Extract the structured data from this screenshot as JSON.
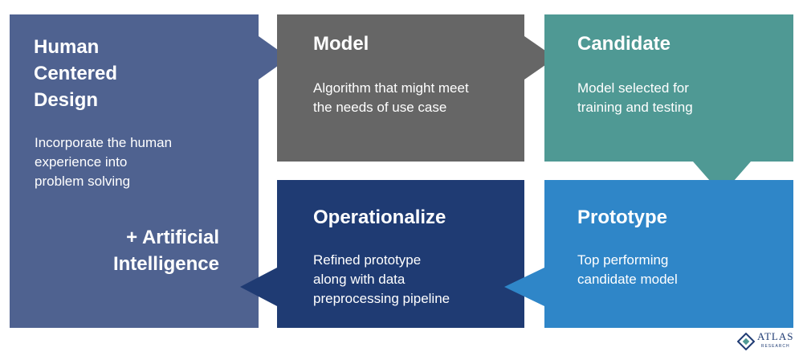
{
  "colors": {
    "human": "#4f6290",
    "model": "#666666",
    "candidate": "#4f9994",
    "prototype": "#2f86c8",
    "operationalize": "#1f3b73"
  },
  "human": {
    "title_lines": [
      "Human",
      "Centered",
      "Design"
    ],
    "desc_lines": [
      "Incorporate the human",
      "experience into",
      "problem solving"
    ],
    "ai_lines": [
      "+ Artificial",
      "Intelligence"
    ]
  },
  "model": {
    "title": "Model",
    "desc_lines": [
      "Algorithm that might meet",
      "the needs of use case"
    ]
  },
  "candidate": {
    "title": "Candidate",
    "desc_lines": [
      "Model selected for",
      "training and testing"
    ]
  },
  "operationalize": {
    "title": "Operationalize",
    "desc_lines": [
      "Refined prototype",
      "along with data",
      "preprocessing pipeline"
    ]
  },
  "prototype": {
    "title": "Prototype",
    "desc_lines": [
      "Top performing",
      "candidate model"
    ]
  },
  "logo": {
    "name": "ATLAS",
    "sub": "RESEARCH",
    "icon": "atlas-diamond-logo-icon"
  }
}
